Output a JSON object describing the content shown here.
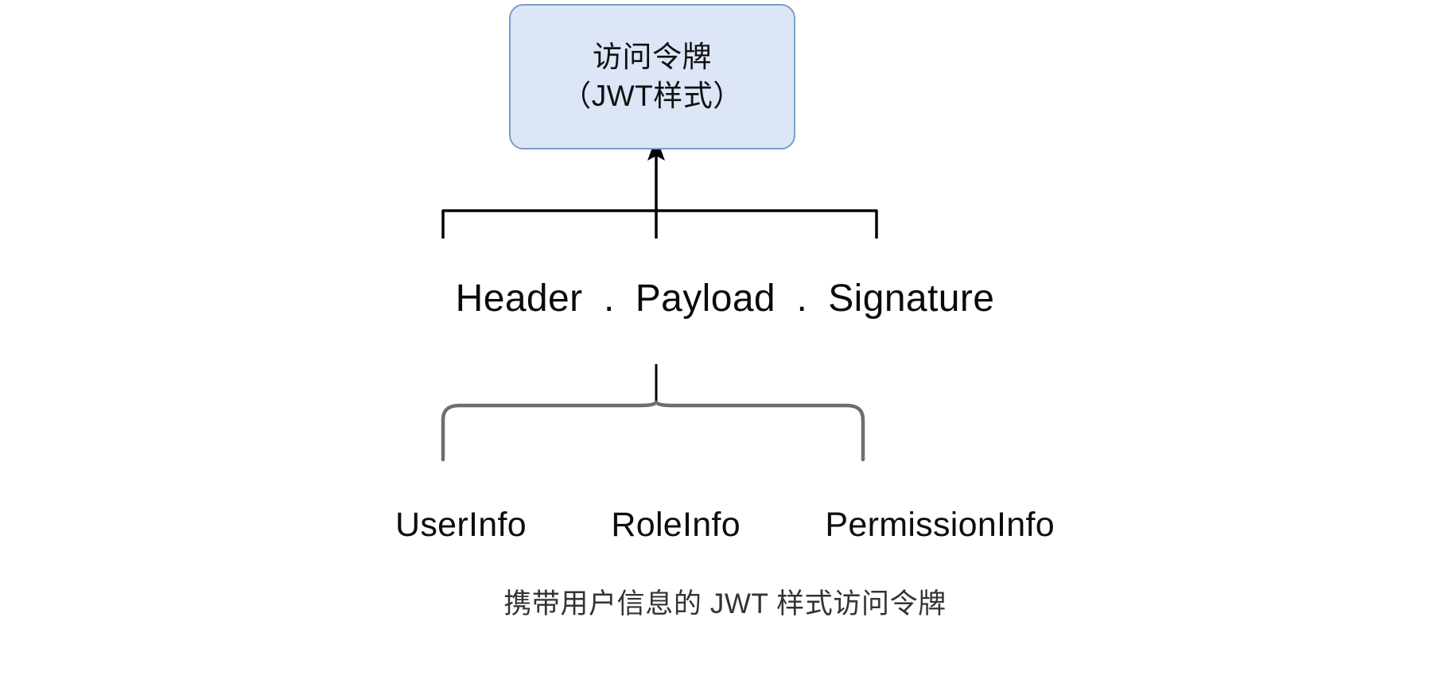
{
  "diagram": {
    "title_box": {
      "lines": [
        "访问令牌",
        "（JWT样式）"
      ],
      "fill_color": "#dce6f7",
      "border_color": "#7b9cc8"
    },
    "jwt_parts": [
      {
        "label": "Header"
      },
      {
        "label": "Payload"
      },
      {
        "label": "Signature"
      }
    ],
    "separator": ".",
    "payload_claims": [
      {
        "label": "UserInfo"
      },
      {
        "label": "RoleInfo"
      },
      {
        "label": "PermissionInfo",
        "highlighted": true
      }
    ],
    "caption": "携带用户信息的 JWT 样式访问令牌",
    "line_color": "#000000",
    "brace_color": "#6e6e6e",
    "caption_color": "#333333",
    "background_color": "#ffffff"
  }
}
